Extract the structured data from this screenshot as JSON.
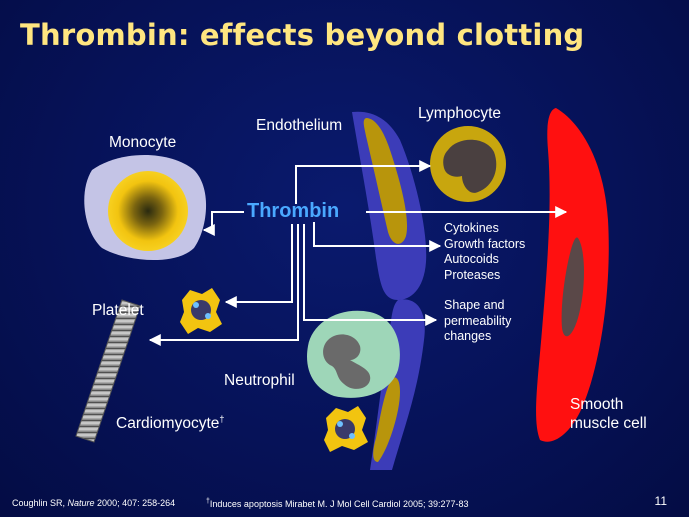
{
  "title": "Thrombin: effects beyond clotting",
  "labels": {
    "monocyte": "Monocyte",
    "endothelium": "Endothelium",
    "lymphocyte": "Lymphocyte",
    "thrombin": "Thrombin",
    "platelet": "Platelet",
    "neutrophil": "Neutrophil",
    "cardiomyocyte": "Cardiomyocyte",
    "dagger": "†",
    "smooth_muscle": [
      "Smooth",
      "muscle cell"
    ]
  },
  "effects": {
    "secretions": [
      "Cytokines",
      "Growth factors",
      "Autocoids",
      "Proteases"
    ],
    "shape": [
      "Shape and",
      "permeability",
      "changes"
    ]
  },
  "footer": {
    "citation_author": "Coughlin SR, ",
    "citation_journal": "Nature",
    "citation_detail": " 2000; 407: 258-264",
    "footnote": "Induces apoptosis Mirabet M. J Mol Cell Cardiol 2005; 39:277-83"
  },
  "page_number": "11",
  "colors": {
    "background": "#061258",
    "title": "#ffe680",
    "thrombin": "#4aa8ff",
    "smooth_muscle": "#ff1010",
    "platelet": "#f2c410",
    "neutrophil": "#9ed6b8"
  }
}
